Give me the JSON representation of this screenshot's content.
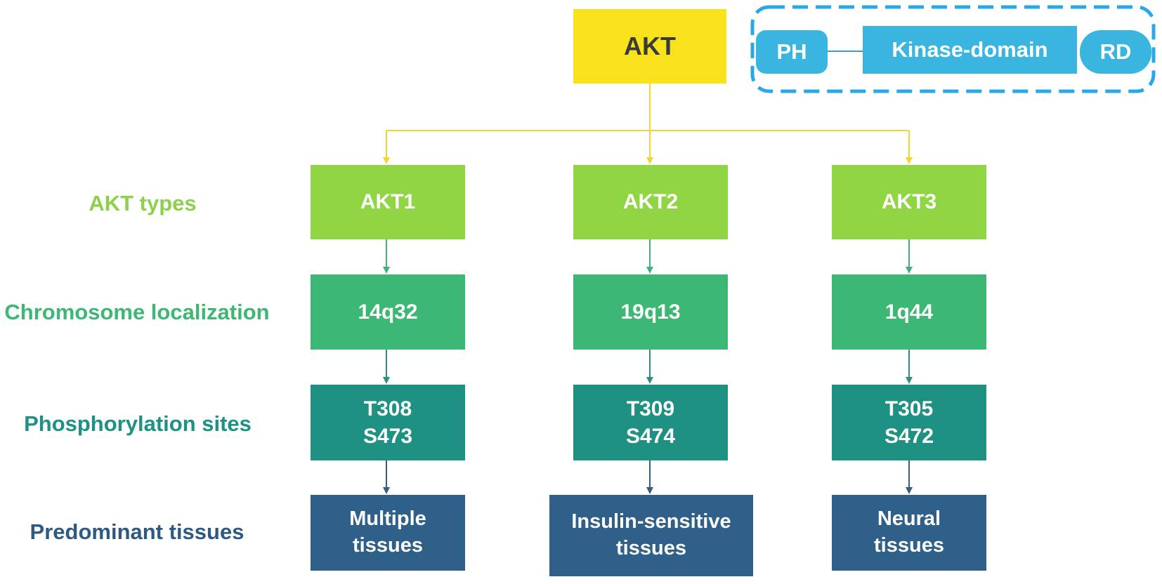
{
  "root": {
    "label": "AKT"
  },
  "domains": {
    "ph": "PH",
    "kinase": "Kinase-domain",
    "rd": "RD"
  },
  "row_labels": {
    "types": "AKT types",
    "chromosome": "Chromosome localization",
    "phosphorylation": "Phosphorylation sites",
    "tissues": "Predominant tissues"
  },
  "isoforms": [
    {
      "type": "AKT1",
      "chromosome": "14q32",
      "sites": [
        "T308",
        "S473"
      ],
      "tissues": [
        "Multiple",
        "tissues"
      ]
    },
    {
      "type": "AKT2",
      "chromosome": "19q13",
      "sites": [
        "T309",
        "S474"
      ],
      "tissues": [
        "Insulin-sensitive",
        "tissues"
      ]
    },
    {
      "type": "AKT3",
      "chromosome": "1q44",
      "sites": [
        "T305",
        "S472"
      ],
      "tissues": [
        "Neural",
        "tissues"
      ]
    }
  ],
  "colors": {
    "root": "#f7e21c",
    "types": "#90d644",
    "chromosome": "#3cb874",
    "phosphorylation": "#1e9183",
    "tissues": "#2e6089",
    "domains": "#3ab5e0"
  }
}
